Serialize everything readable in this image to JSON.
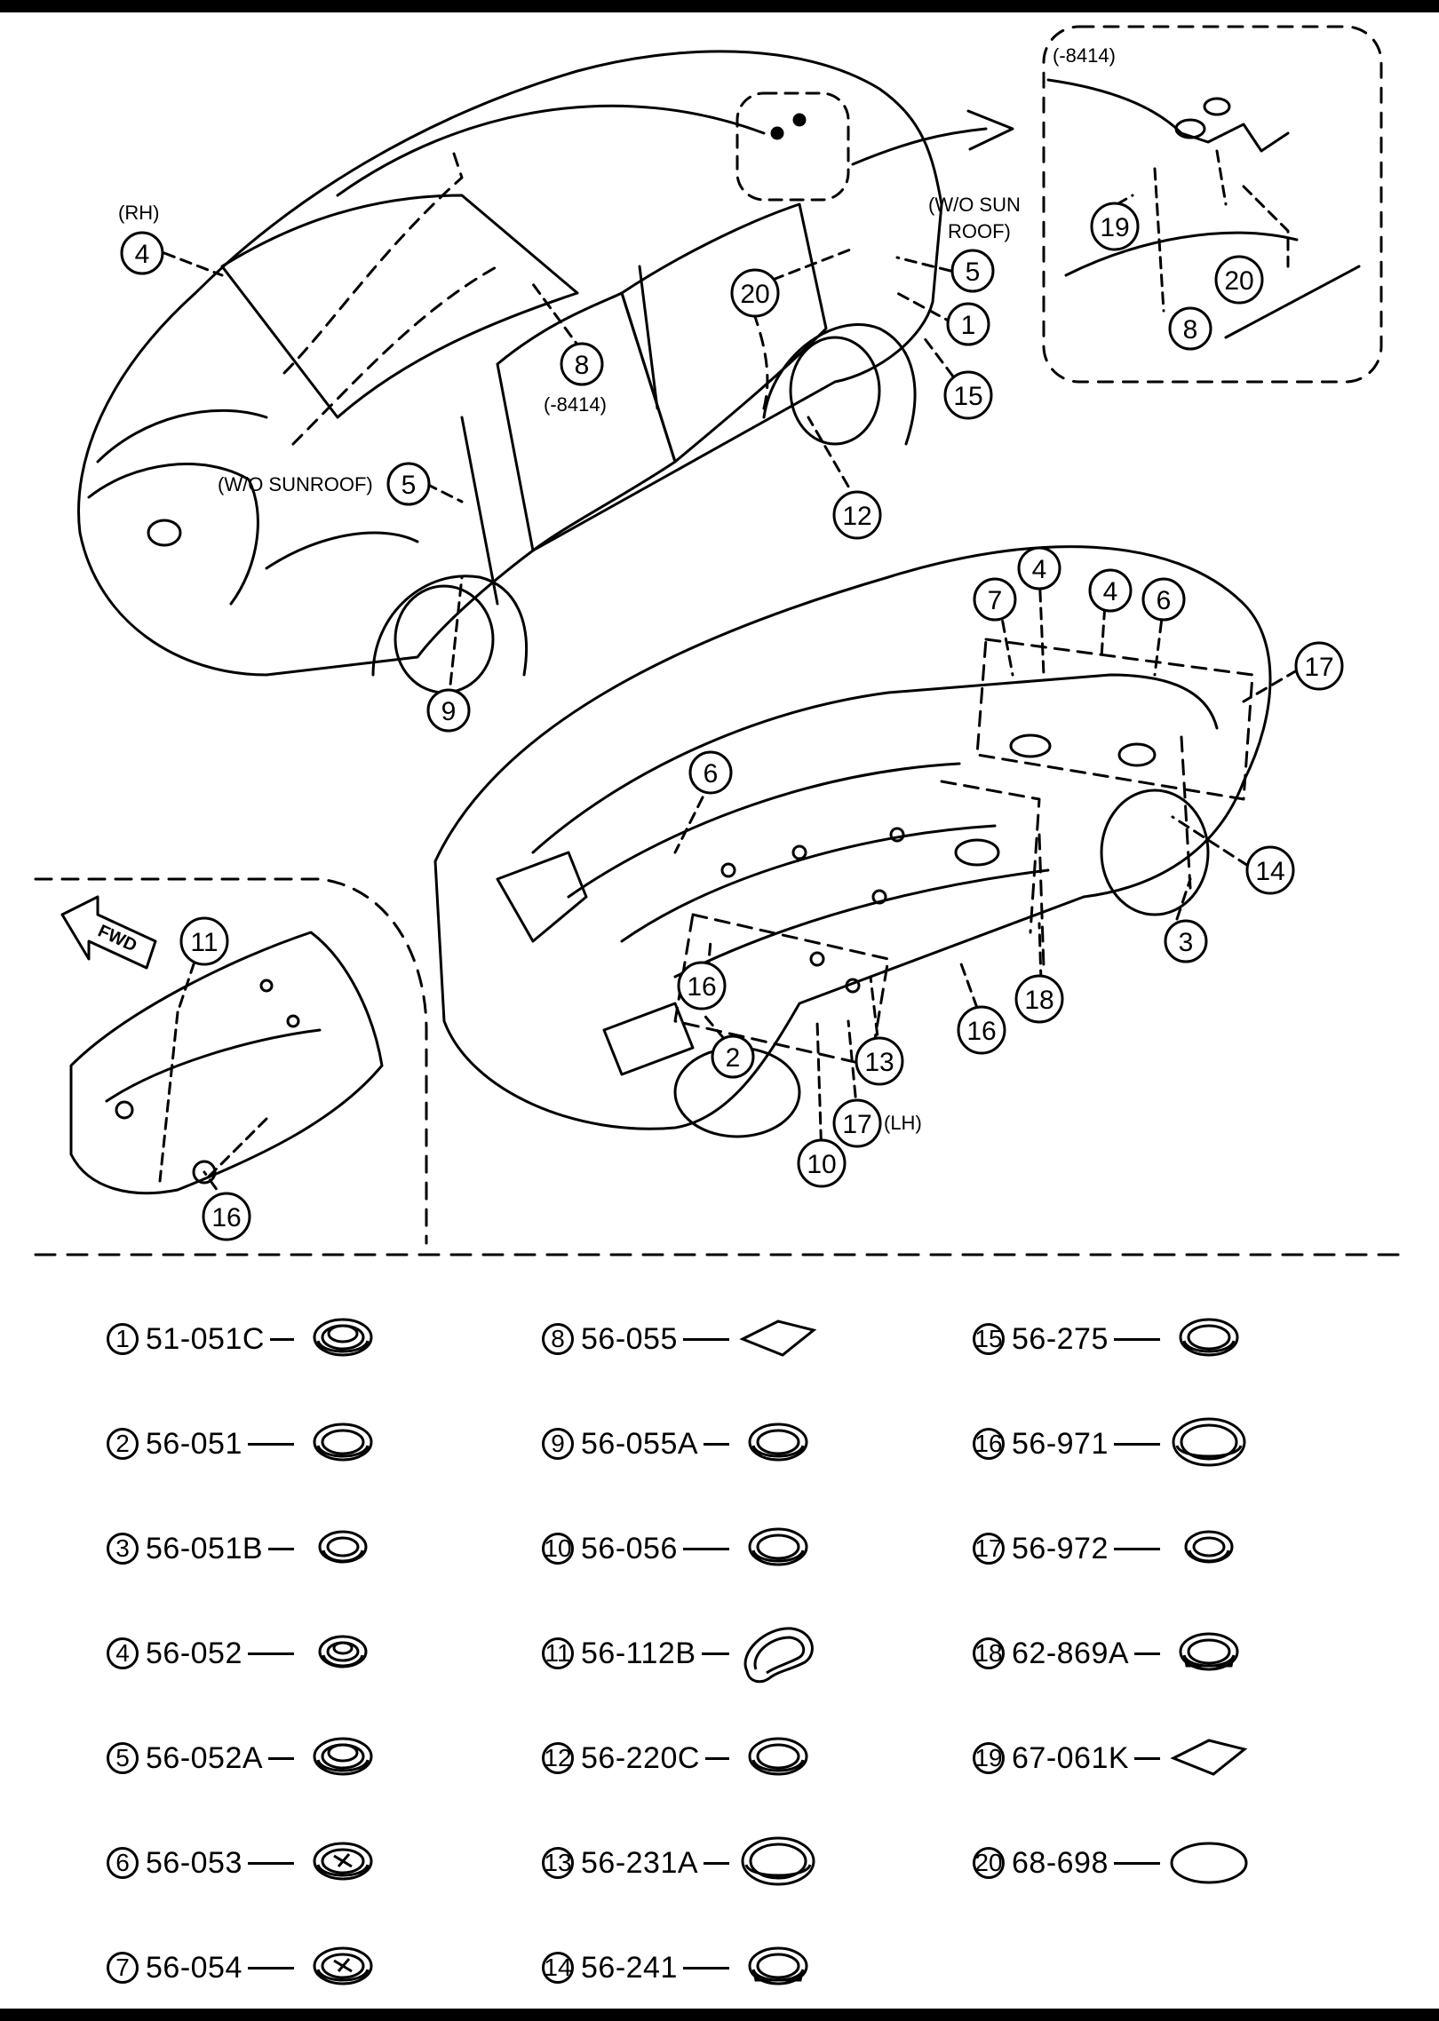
{
  "callout_labels": {
    "rh": "(RH)",
    "wo_sunroof_left": "(W/O SUNROOF)",
    "wo_sun_roof_right_line1": "(W/O SUN",
    "wo_sun_roof_right_line2": "ROOF)",
    "minus_8414_main": "(-8414)",
    "minus_8414_inset": "(-8414)",
    "lh": "(LH)",
    "fwd": "FWD"
  },
  "callout_numbers": {
    "n4_rh": "4",
    "n8_main": "8",
    "n5_left": "5",
    "n9": "9",
    "n20_main": "20",
    "n5_right": "5",
    "n1": "1",
    "n15": "15",
    "n12": "12",
    "n19_inset": "19",
    "n20_inset": "20",
    "n8_inset": "8",
    "n7": "7",
    "n4_a": "4",
    "n4_b": "4",
    "n6_a": "6",
    "n17_a": "17",
    "n6_b": "6",
    "n14": "14",
    "n3": "3",
    "n18": "18",
    "n16_a": "16",
    "n16_b": "16",
    "n13": "13",
    "n2": "2",
    "n17_b": "17",
    "n10": "10",
    "n11": "11",
    "n16_c": "16"
  },
  "legend": [
    {
      "num": "1",
      "code": "51-051C",
      "shape": "plug-stepped"
    },
    {
      "num": "2",
      "code": "56-051",
      "shape": "plug-ring"
    },
    {
      "num": "3",
      "code": "56-051B",
      "shape": "plug-ring-small"
    },
    {
      "num": "4",
      "code": "56-052",
      "shape": "plug-stepped-small"
    },
    {
      "num": "5",
      "code": "56-052A",
      "shape": "plug-stepped"
    },
    {
      "num": "6",
      "code": "56-053",
      "shape": "plug-cross"
    },
    {
      "num": "7",
      "code": "56-054",
      "shape": "plug-cross"
    },
    {
      "num": "8",
      "code": "56-055",
      "shape": "tape-diamond"
    },
    {
      "num": "9",
      "code": "56-055A",
      "shape": "plug-ring"
    },
    {
      "num": "10",
      "code": "56-056",
      "shape": "plug-ring"
    },
    {
      "num": "11",
      "code": "56-112B",
      "shape": "plug-kidney"
    },
    {
      "num": "12",
      "code": "56-220C",
      "shape": "plug-ring"
    },
    {
      "num": "13",
      "code": "56-231A",
      "shape": "plug-ring-large"
    },
    {
      "num": "14",
      "code": "56-241",
      "shape": "plug-cap"
    },
    {
      "num": "15",
      "code": "56-275",
      "shape": "plug-ring"
    },
    {
      "num": "16",
      "code": "56-971",
      "shape": "plug-ring-large"
    },
    {
      "num": "17",
      "code": "56-972",
      "shape": "plug-ring-small"
    },
    {
      "num": "18",
      "code": "62-869A",
      "shape": "plug-cap"
    },
    {
      "num": "19",
      "code": "67-061K",
      "shape": "tape-diamond"
    },
    {
      "num": "20",
      "code": "68-698",
      "shape": "tape-ellipse"
    }
  ]
}
